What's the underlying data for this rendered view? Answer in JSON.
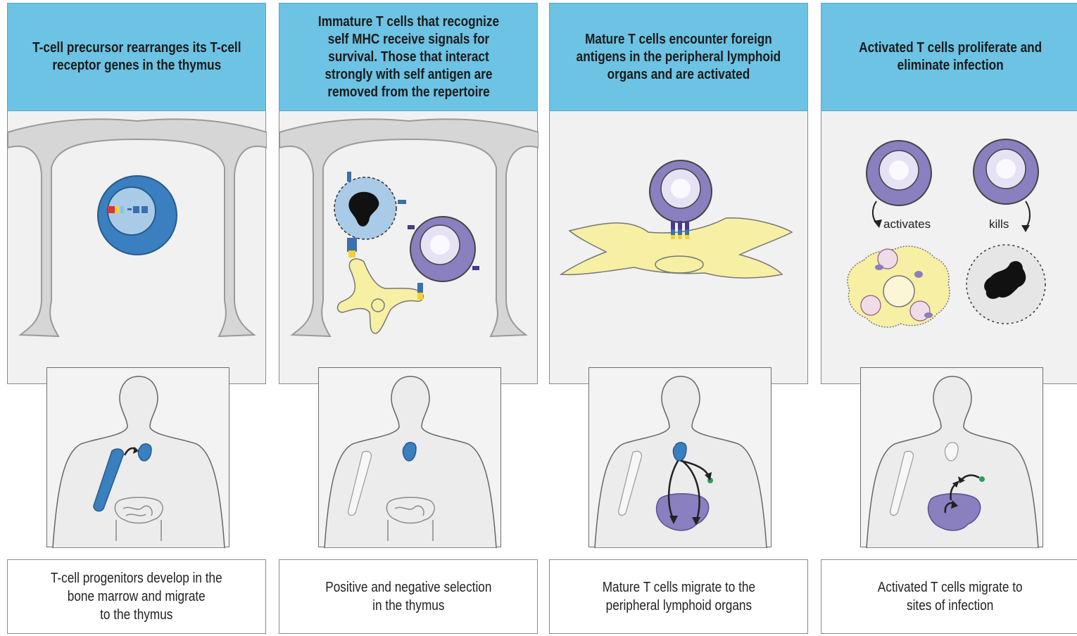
{
  "panels": [
    {
      "header": "T-cell precursor rearranges its T-cell\nreceptor genes in the thymus",
      "caption": "T-cell progenitors develop in the\nbone marrow and migrate\nto the thymus"
    },
    {
      "header": "Immature T cells that recognize\nself MHC receive signals for\nsurvival. Those that interact\nstrongly with self antigen are\nremoved from the repertoire",
      "caption": "Positive and negative selection\nin the thymus"
    },
    {
      "header": "Mature T cells encounter foreign\nantigens in the peripheral lymphoid\norgans and are activated",
      "caption": "Mature T cells migrate to the\nperipheral lymphoid organs"
    },
    {
      "header": "Activated T cells proliferate and\neliminate infection",
      "caption": "Activated T cells migrate to\nsites of infection",
      "labels": {
        "activates": "activates",
        "kills": "kills"
      }
    }
  ],
  "colors": {
    "header_bg": "#6cc3e3",
    "thymus_blue": "#3a7fbf",
    "t_cell_purple": "#8a7fbf",
    "dendritic_yellow": "#f7efa4",
    "lymph_green": "#2f9a5e"
  }
}
